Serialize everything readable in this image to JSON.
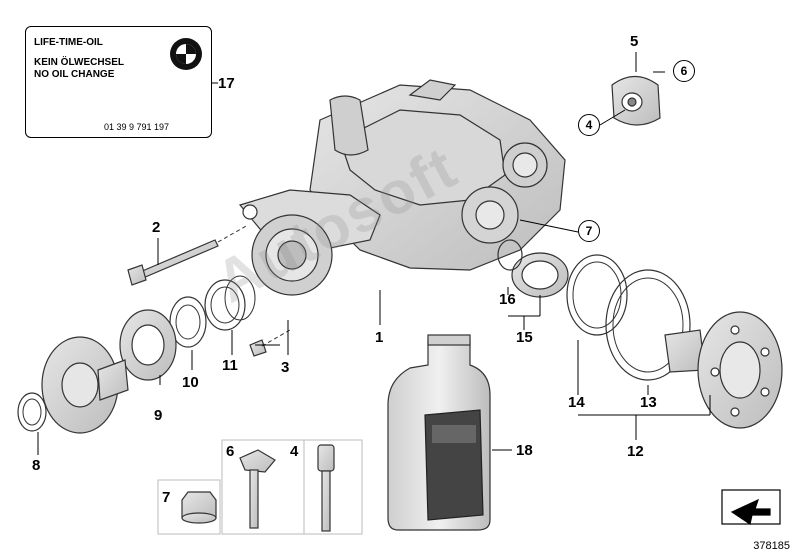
{
  "label_box": {
    "title": "LIFE-TIME-OIL",
    "line1": "KEIN ÖLWECHSEL",
    "line2": "NO OIL CHANGE",
    "code": "01 39 9 791 197",
    "logo": "bmw-roundel-logo"
  },
  "callouts": {
    "c1": "1",
    "c2": "2",
    "c3": "3",
    "c4_small": "4",
    "c4": "4",
    "c5": "5",
    "c6_circled": "6",
    "c6": "6",
    "c7_circled": "7",
    "c7": "7",
    "c8": "8",
    "c9": "9",
    "c10": "10",
    "c11": "11",
    "c12": "12",
    "c13": "13",
    "c14": "14",
    "c15": "15",
    "c16": "16",
    "c17": "17",
    "c18": "18"
  },
  "watermark": "Autosoft",
  "document_number": "378185",
  "icons": {
    "corner": "arrow-pointer-icon"
  }
}
